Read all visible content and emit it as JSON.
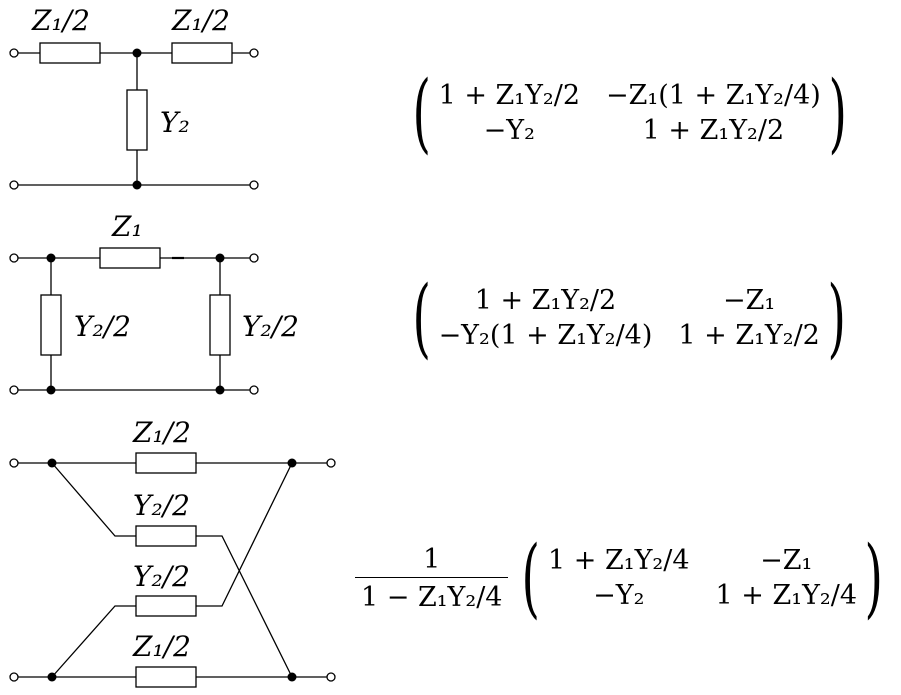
{
  "circuits": {
    "t_section": {
      "series_left": "Z₁/2",
      "series_right": "Z₁/2",
      "shunt": "Y₂"
    },
    "pi_section": {
      "series": "Z₁",
      "shunt_left": "Y₂/2",
      "shunt_right": "Y₂/2"
    },
    "lattice_section": {
      "top_series": "Z₁/2",
      "upper_cross": "Y₂/2",
      "lower_cross": "Y₂/2",
      "bottom_series": "Z₁/2"
    }
  },
  "matrices": {
    "t_section": {
      "a11": "1 + Z₁Y₂/2",
      "a12": "−Z₁(1 + Z₁Y₂/4)",
      "a21": "−Y₂",
      "a22": "1 + Z₁Y₂/2"
    },
    "pi_section": {
      "a11": "1 + Z₁Y₂/2",
      "a12": "−Z₁",
      "a21": "−Y₂(1 + Z₁Y₂/4)",
      "a22": "1 + Z₁Y₂/2"
    },
    "lattice_section": {
      "prefactor_numerator": "1",
      "prefactor_denominator": "1 − Z₁Y₂/4",
      "a11": "1 + Z₁Y₂/4",
      "a12": "−Z₁",
      "a21": "−Y₂",
      "a22": "1 + Z₁Y₂/4"
    }
  }
}
